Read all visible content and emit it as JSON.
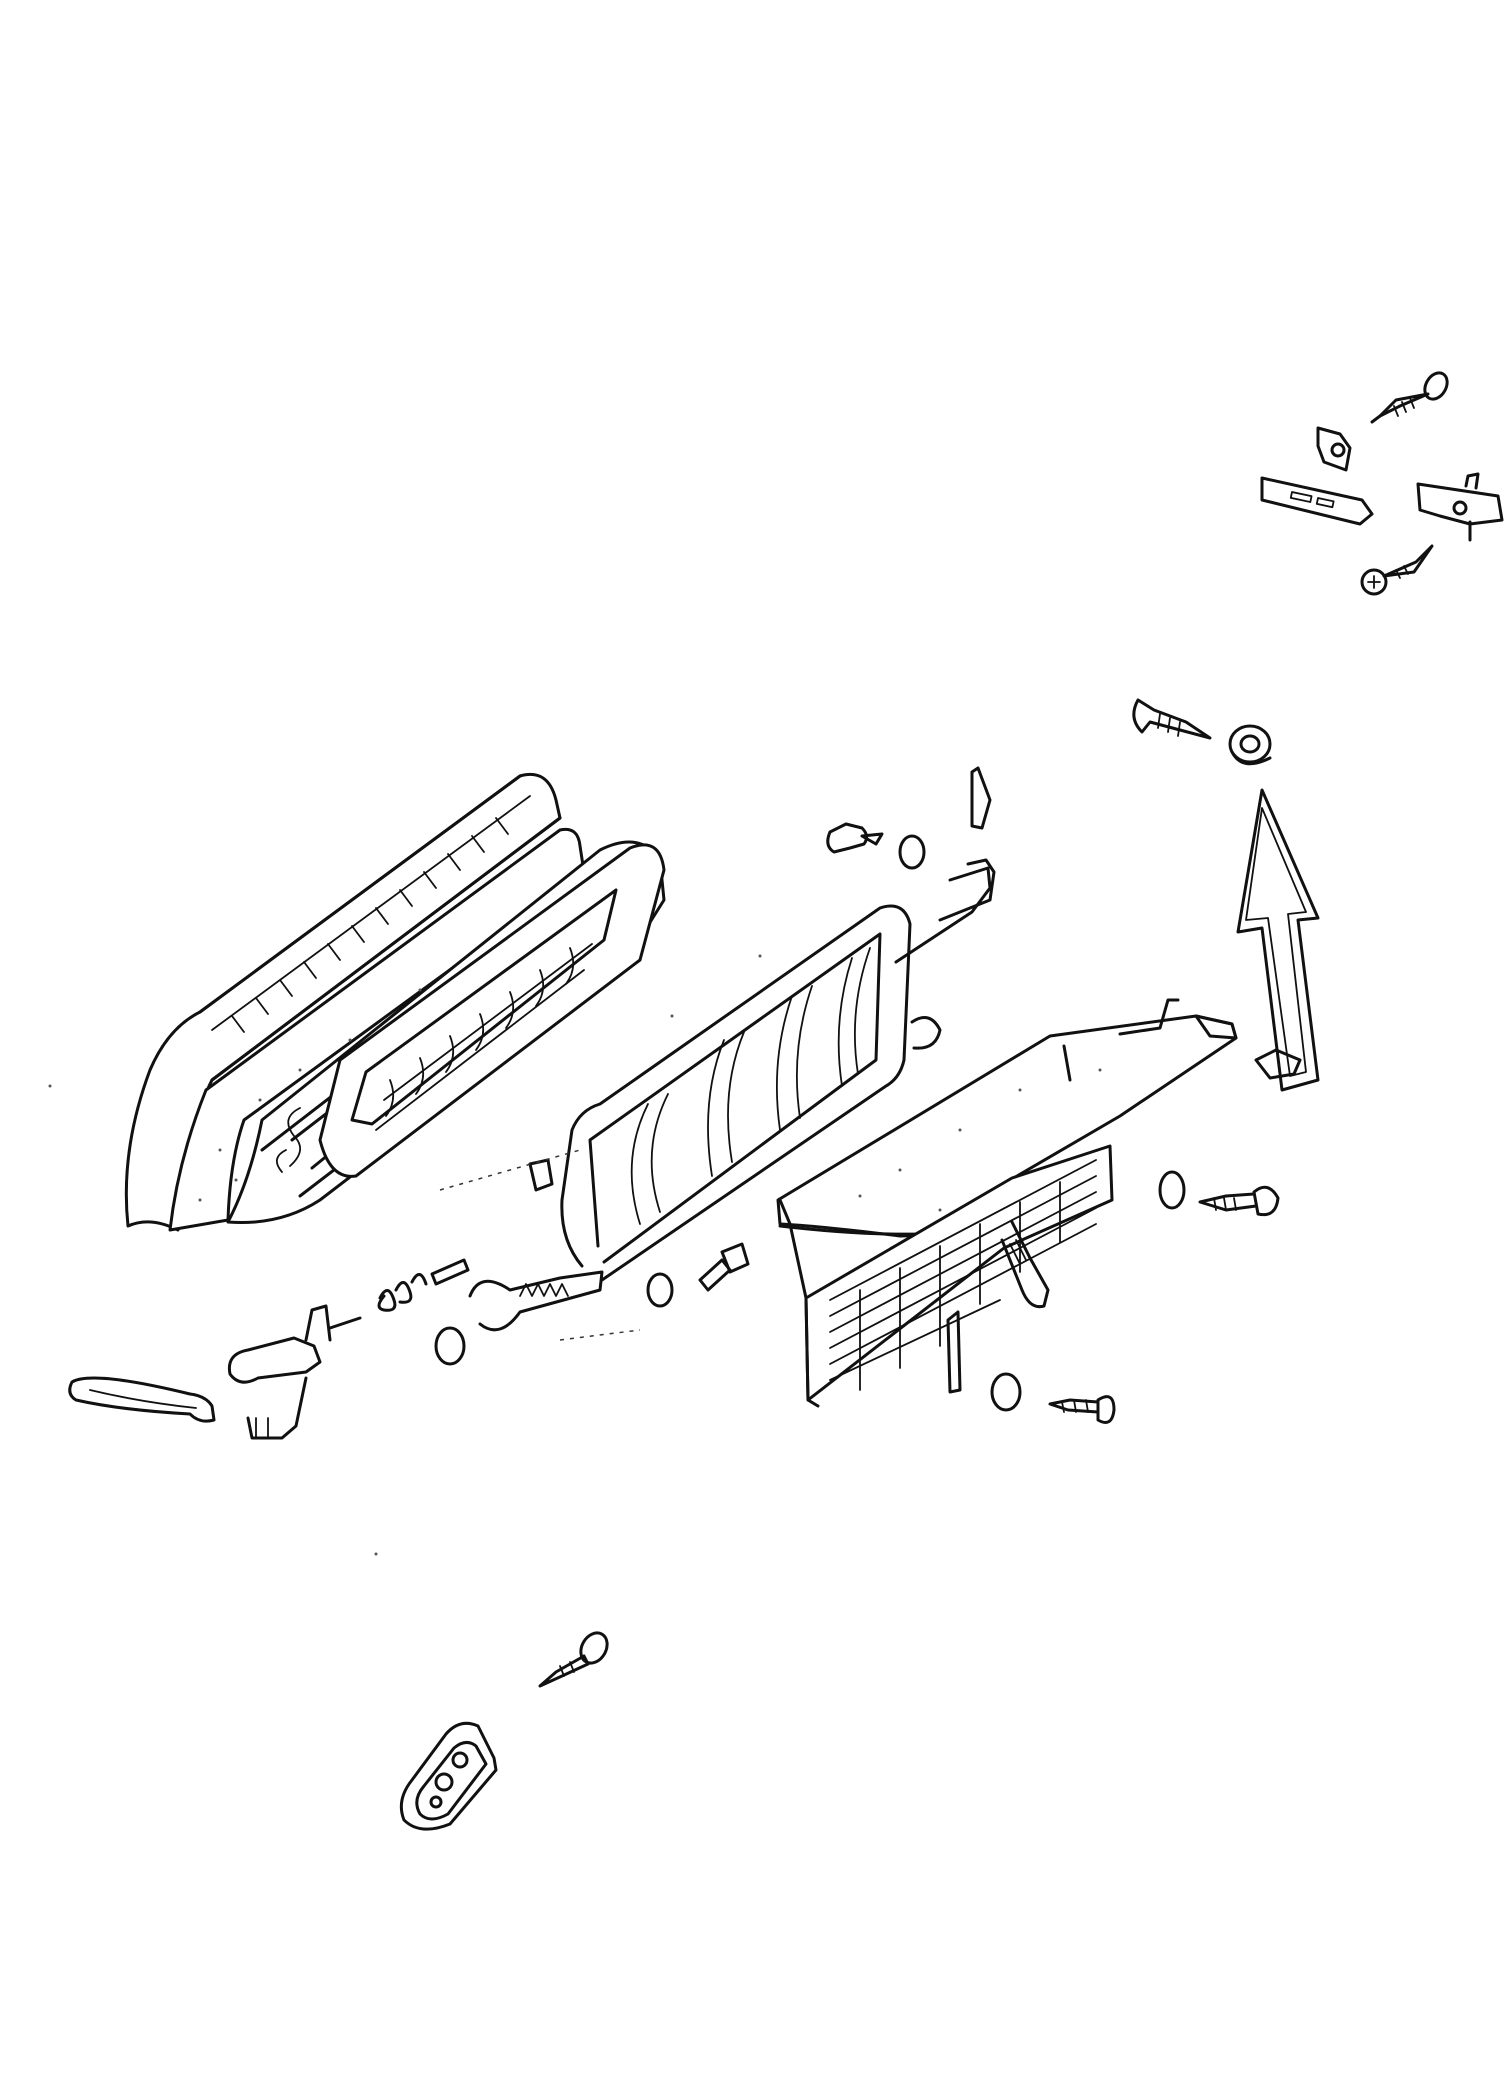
{
  "diagram": {
    "parts": [
      {
        "id": "rear-seat-cushion"
      },
      {
        "id": "cushion-spring-frame"
      },
      {
        "id": "backrest-frame"
      },
      {
        "id": "trim-panel"
      },
      {
        "id": "upper-hinge-bracket-set"
      },
      {
        "id": "spacer-and-screw"
      },
      {
        "id": "latch-rod-assembly"
      },
      {
        "id": "lower-cover-and-screw"
      },
      {
        "id": "callout-arrow"
      }
    ]
  }
}
